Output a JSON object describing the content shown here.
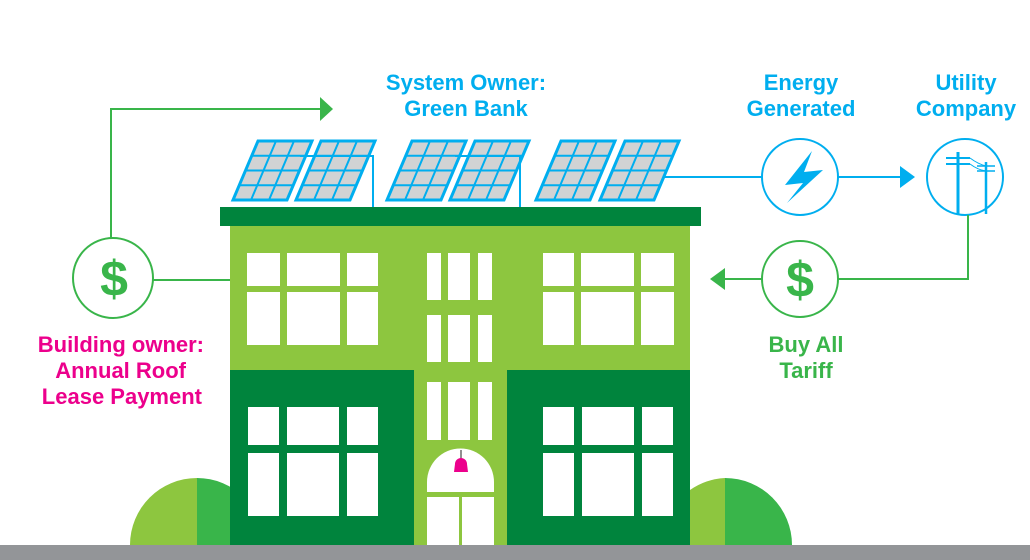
{
  "colors": {
    "blue": "#00aeef",
    "green": "#39b54a",
    "light_green": "#8dc63f",
    "dark_green": "#00843d",
    "pink": "#ec008c",
    "ground": "#939598",
    "panel_cell": "#d1d3d4"
  },
  "labels": {
    "system_owner": [
      "System Owner:",
      "Green Bank"
    ],
    "energy": [
      "Energy",
      "Generated"
    ],
    "utility": [
      "Utility",
      "Company"
    ],
    "building_owner": [
      "Building owner:",
      "Annual Roof",
      "Lease Payment"
    ],
    "tariff": [
      "Buy All",
      "Tariff"
    ]
  },
  "icons": {
    "left_payment": "dollar-icon",
    "energy": "lightning-icon",
    "utility": "power-pole-icon",
    "tariff_payment": "dollar-icon"
  }
}
